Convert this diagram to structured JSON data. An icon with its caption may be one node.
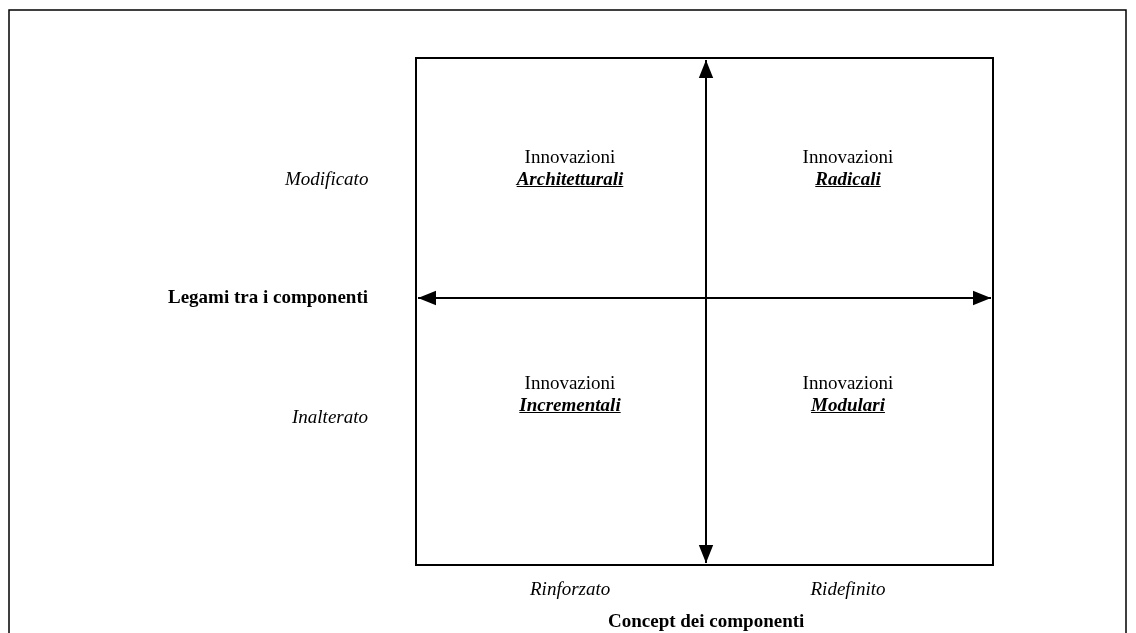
{
  "diagram": {
    "nodes": [
      {
        "text": [
          "Innovazioni",
          "Architetturali"
        ]
      },
      {
        "text": [
          "Innovazioni",
          "Radicali"
        ]
      },
      {
        "text": [
          "Innovazioni",
          "Incrementali"
        ]
      },
      {
        "text": [
          "Innovazioni",
          "Modulari"
        ]
      }
    ],
    "labels": [
      "Modificato",
      "Legami tra i componenti",
      "Inalterato",
      "Rinforzato",
      "Ridefinito",
      "Concept dei componenti"
    ]
  }
}
